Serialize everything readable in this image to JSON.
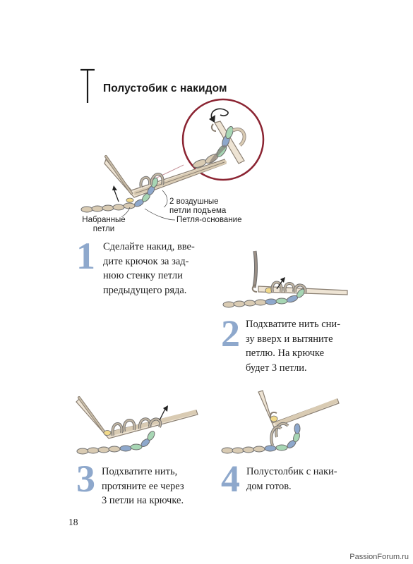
{
  "header": {
    "title": "Полустобик с накидом"
  },
  "figure1": {
    "label_chain": [
      "2 воздушные",
      "петли подъема"
    ],
    "label_base_loop": "Петля-основание",
    "label_cast_on": [
      "Набранные",
      "петли"
    ]
  },
  "steps": [
    {
      "number": "1",
      "lines": [
        "Сделайте накид, вве-",
        "дите крючок за зад-",
        "нюю стенку петли",
        "предыдущего ряда."
      ]
    },
    {
      "number": "2",
      "lines": [
        "Подхватите нить сни-",
        "зу вверх и вытяните",
        "петлю. На крючке",
        "будет 3 петли."
      ]
    },
    {
      "number": "3",
      "lines": [
        "Подхватите нить,",
        "протяните ее через",
        "3 петли на крючке."
      ]
    },
    {
      "number": "4",
      "lines": [
        "Полустолбик с наки-",
        "дом готов."
      ]
    }
  ],
  "footer": {
    "page_number": "18",
    "watermark": "PassionForum.ru"
  },
  "colors": {
    "yarn_tan": "#d9cbb3",
    "yarn_outline": "#6d6d6d",
    "yarn_blue": "#8ea8cc",
    "yarn_green": "#a7d6b4",
    "yarn_yellow": "#f1d98a",
    "hook_fill": "#eee4d4",
    "hook_outline": "#8a7f72",
    "working_yarn": "#9a8f86",
    "circle_outline": "#8b2432",
    "step_number": "#8ea8cc"
  }
}
